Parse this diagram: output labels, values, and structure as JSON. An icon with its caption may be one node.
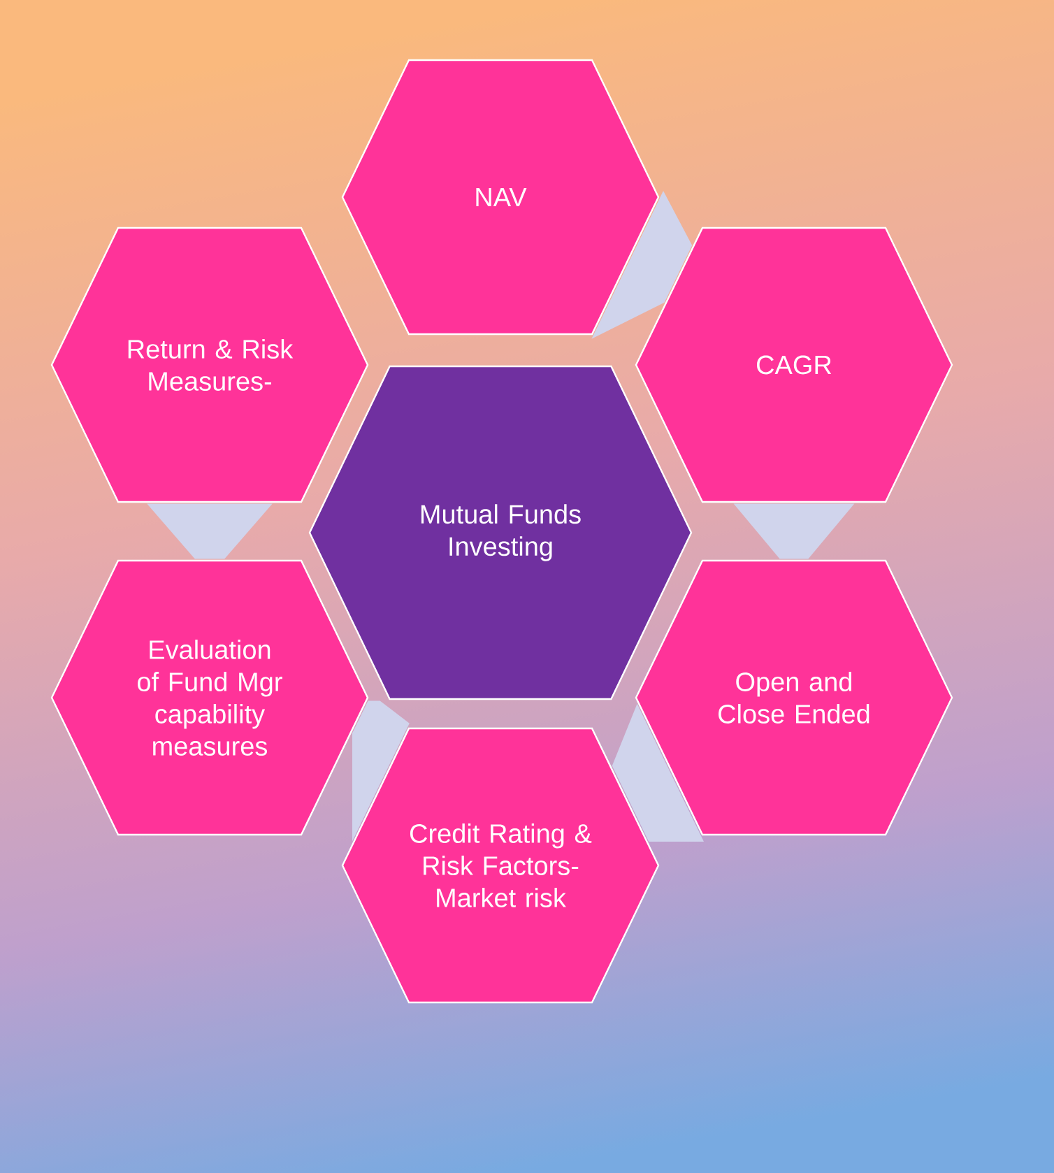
{
  "diagram": {
    "nodes": [
      {
        "text": [
          "Mutual Funds Investing"
        ]
      },
      {
        "text": [
          "NAV"
        ]
      },
      {
        "text": [
          "CAGR"
        ]
      },
      {
        "text": [
          "Open and Close Ended"
        ]
      },
      {
        "text": [
          "Credit Rating & Risk Factors- Market risk"
        ]
      },
      {
        "text": [
          "Evaluation of Fund Mgr capability measures"
        ]
      },
      {
        "text": [
          "Return & Risk Measures-"
        ]
      },
      {
        "text": [],
        "shape": "triangle"
      },
      {
        "text": [],
        "shape": "triangle"
      },
      {
        "text": [],
        "shape": "triangle"
      },
      {
        "text": [],
        "shape": "triangle"
      },
      {
        "text": [],
        "shape": "triangle"
      }
    ]
  }
}
